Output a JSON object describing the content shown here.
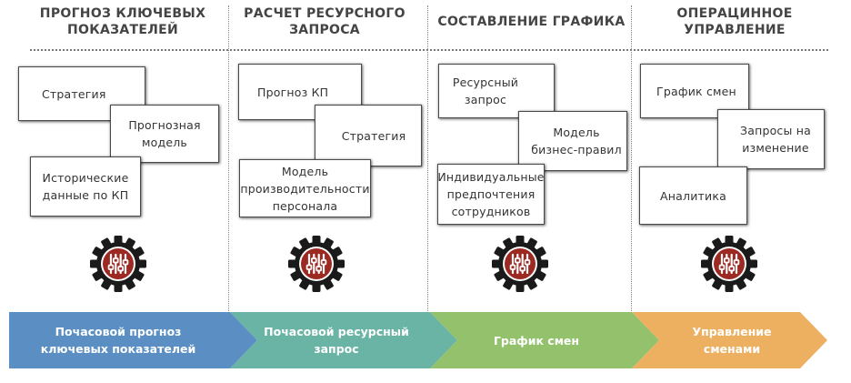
{
  "columns": [
    {
      "title": "ПРОГНОЗ КЛЮЧЕВЫХ ПОКАЗАТЕЛЕЙ",
      "cards": [
        "Стратегия",
        "Прогнозная модель",
        "Исторические данные по КП"
      ],
      "gear_icon": "settings-sliders-gear-icon"
    },
    {
      "title": "РАСЧЕТ РЕСУРСНОГО ЗАПРОСА",
      "cards": [
        "Прогноз КП",
        "Стратегия",
        "Модель производительности персонала"
      ],
      "gear_icon": "settings-sliders-gear-icon"
    },
    {
      "title": "СОСТАВЛЕНИЕ ГРАФИКА",
      "cards": [
        "Ресурсный запрос",
        "Модель бизнес-правил",
        "Индивидуальные предпочтения сотрудников"
      ],
      "gear_icon": "settings-sliders-gear-icon"
    },
    {
      "title": "ОПЕРАЦИННОЕ УПРАВЛЕНИЕ",
      "cards": [
        "График смен",
        "Запросы на изменение",
        "Аналитика"
      ],
      "gear_icon": "settings-sliders-gear-icon"
    }
  ],
  "arrows": [
    {
      "label": "Почасовой прогноз ключевых показателей",
      "color": "#5b8fc4"
    },
    {
      "label": "Почасовой ресурсный запрос",
      "color": "#6ab4a6"
    },
    {
      "label": "График смен",
      "color": "#93c16c"
    },
    {
      "label": "Управление сменами",
      "color": "#edb061"
    }
  ],
  "colors": {
    "gear_outer": "#1a1a1a",
    "gear_inner": "#9c2a22"
  }
}
